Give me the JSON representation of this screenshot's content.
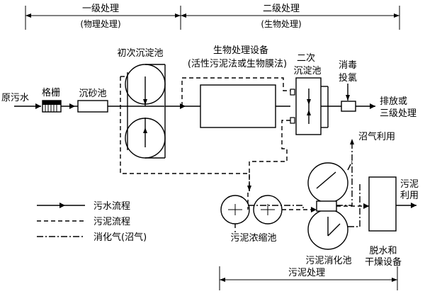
{
  "stages": {
    "primary": {
      "title": "一级处理",
      "subtitle": "(物理处理)"
    },
    "secondary": {
      "title": "二级处理",
      "subtitle": "(生物处理)"
    },
    "sludge": {
      "title": "污泥处理"
    }
  },
  "units": {
    "raw_water": "原污水",
    "screen": "格栅",
    "grit_chamber": "沉砂池",
    "primary_clarifier": "初次沉淀池",
    "bio_equipment": "生物处理设备",
    "bio_equipment_note": "(活性污泥法或生物膜法)",
    "secondary_clarifier_line1": "二次",
    "secondary_clarifier_line2": "沉淀池",
    "disinfection_line1": "消毒",
    "disinfection_line2": "投氯",
    "discharge_line1": "排放或",
    "discharge_line2": "三级处理",
    "biogas_use": "沼气利用",
    "sludge_use_line1": "污泥",
    "sludge_use_line2": "利用",
    "thickener": "污泥浓缩池",
    "digester": "污泥消化池",
    "dewatering_line1": "脱水和",
    "dewatering_line2": "干燥设备"
  },
  "legend": {
    "water": "污水流程",
    "sludge": "污泥流程",
    "biogas": "消化气(沼气)"
  }
}
